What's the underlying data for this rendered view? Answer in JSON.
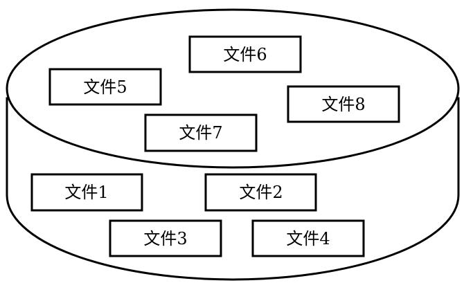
{
  "files": [
    {
      "id": "file-6",
      "label": "文件6"
    },
    {
      "id": "file-5",
      "label": "文件5"
    },
    {
      "id": "file-8",
      "label": "文件8"
    },
    {
      "id": "file-7",
      "label": "文件7"
    },
    {
      "id": "file-1",
      "label": "文件1"
    },
    {
      "id": "file-2",
      "label": "文件2"
    },
    {
      "id": "file-3",
      "label": "文件3"
    },
    {
      "id": "file-4",
      "label": "文件4"
    }
  ]
}
